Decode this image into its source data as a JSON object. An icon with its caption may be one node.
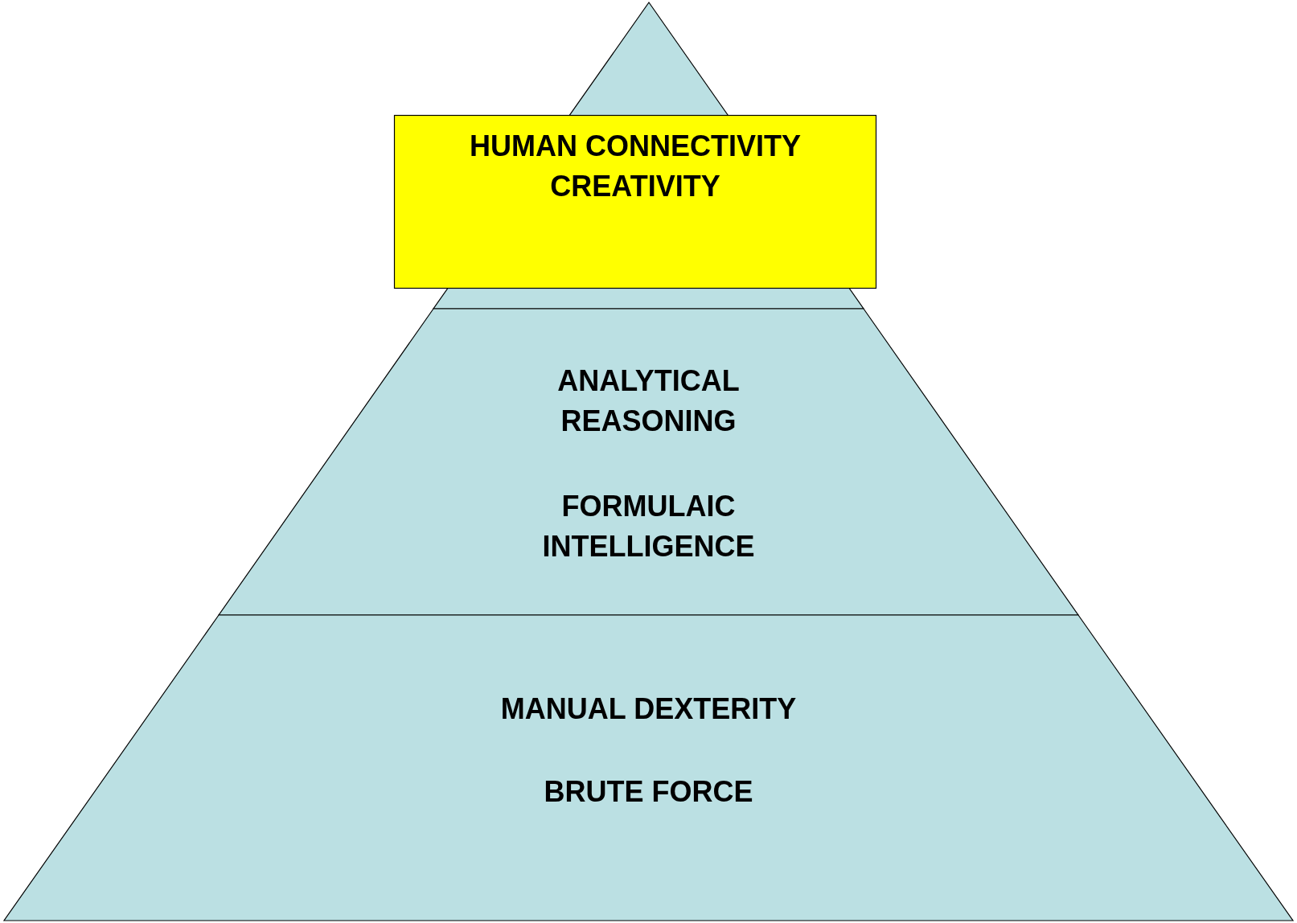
{
  "diagram": {
    "nodes": [
      {
        "text": [],
        "shape": "triangle"
      },
      {
        "text": [
          "HUMAN CONNECTIVITY",
          "CREATIVITY"
        ]
      },
      {
        "text": [
          "ANALYTICAL REASONING",
          "FORMULAIC INTELLIGENCE"
        ]
      },
      {
        "text": [
          "MANUAL DEXTERITY",
          "BRUTE FORCE"
        ]
      }
    ]
  }
}
